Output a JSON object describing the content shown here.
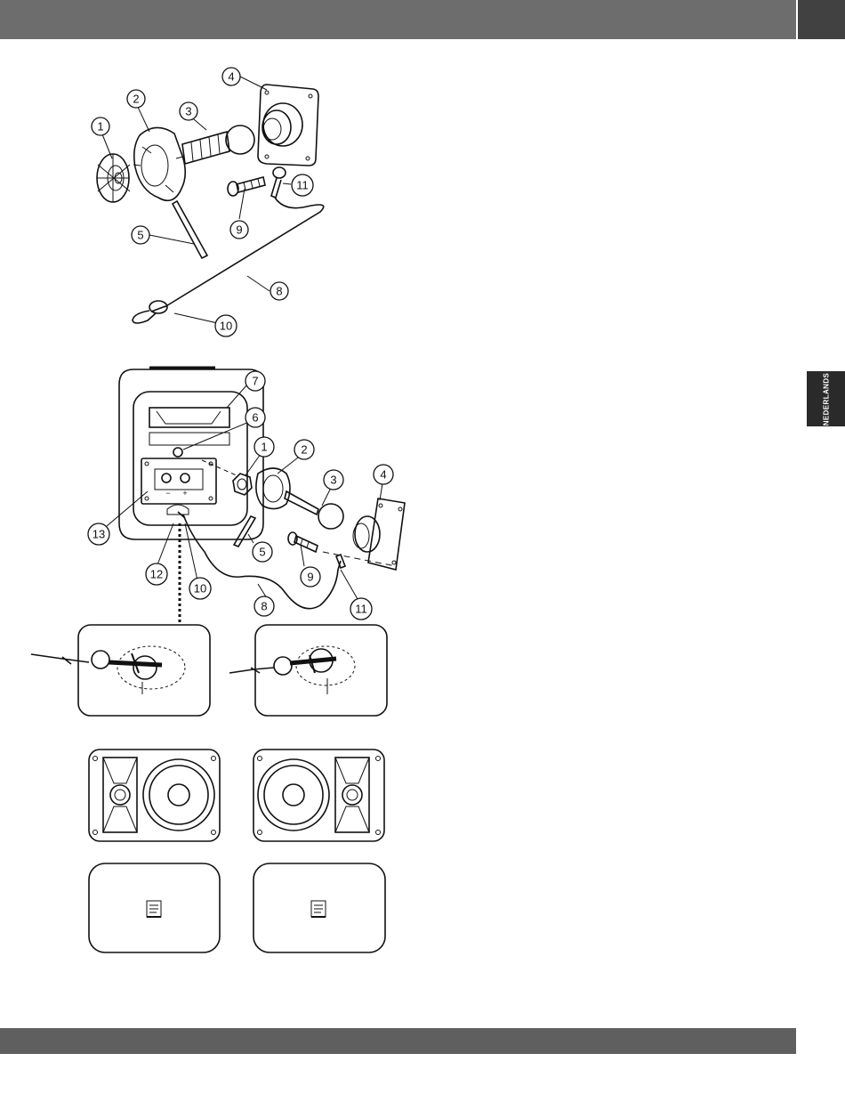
{
  "header": {
    "tab_label": "NEDERLANDS"
  },
  "figure_top": {
    "callouts": [
      "1",
      "2",
      "3",
      "4",
      "5",
      "8",
      "9",
      "10",
      "11"
    ]
  },
  "figure_speaker": {
    "callouts": [
      "1",
      "2",
      "3",
      "4",
      "5",
      "6",
      "7",
      "8",
      "9",
      "10",
      "11",
      "12",
      "13"
    ],
    "terminal_minus": "−",
    "terminal_plus": "+"
  },
  "colors": {
    "top_bar": "#6d6d6d",
    "top_bar_dark": "#414141",
    "tab": "#2a2a2a",
    "bottom_bar": "#5f5f5f"
  }
}
